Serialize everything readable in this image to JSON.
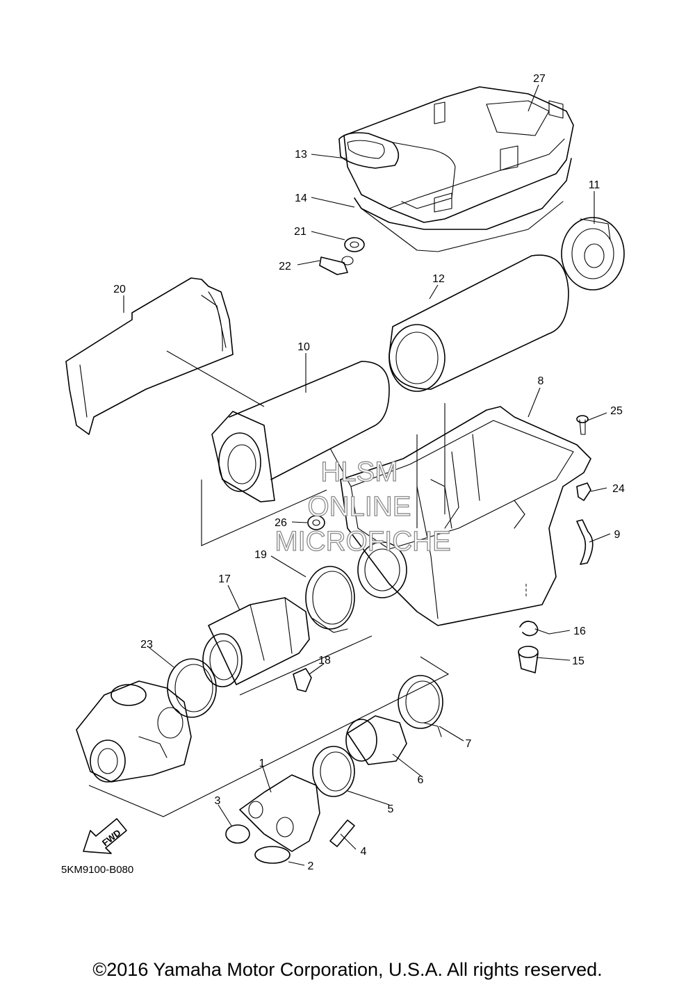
{
  "diagram": {
    "part_code": "5KM9100-B080",
    "fwd_label": "FWD",
    "watermark": [
      "HLSM",
      "ONLINE",
      "MICROFICHE"
    ],
    "callouts": [
      "27",
      "13",
      "14",
      "21",
      "22",
      "11",
      "12",
      "20",
      "10",
      "8",
      "25",
      "24",
      "9",
      "26",
      "19",
      "17",
      "16",
      "15",
      "23",
      "18",
      "7",
      "6",
      "5",
      "1",
      "3",
      "4",
      "2"
    ]
  },
  "copyright": "©2016 Yamaha Motor Corporation, U.S.A. All rights reserved."
}
